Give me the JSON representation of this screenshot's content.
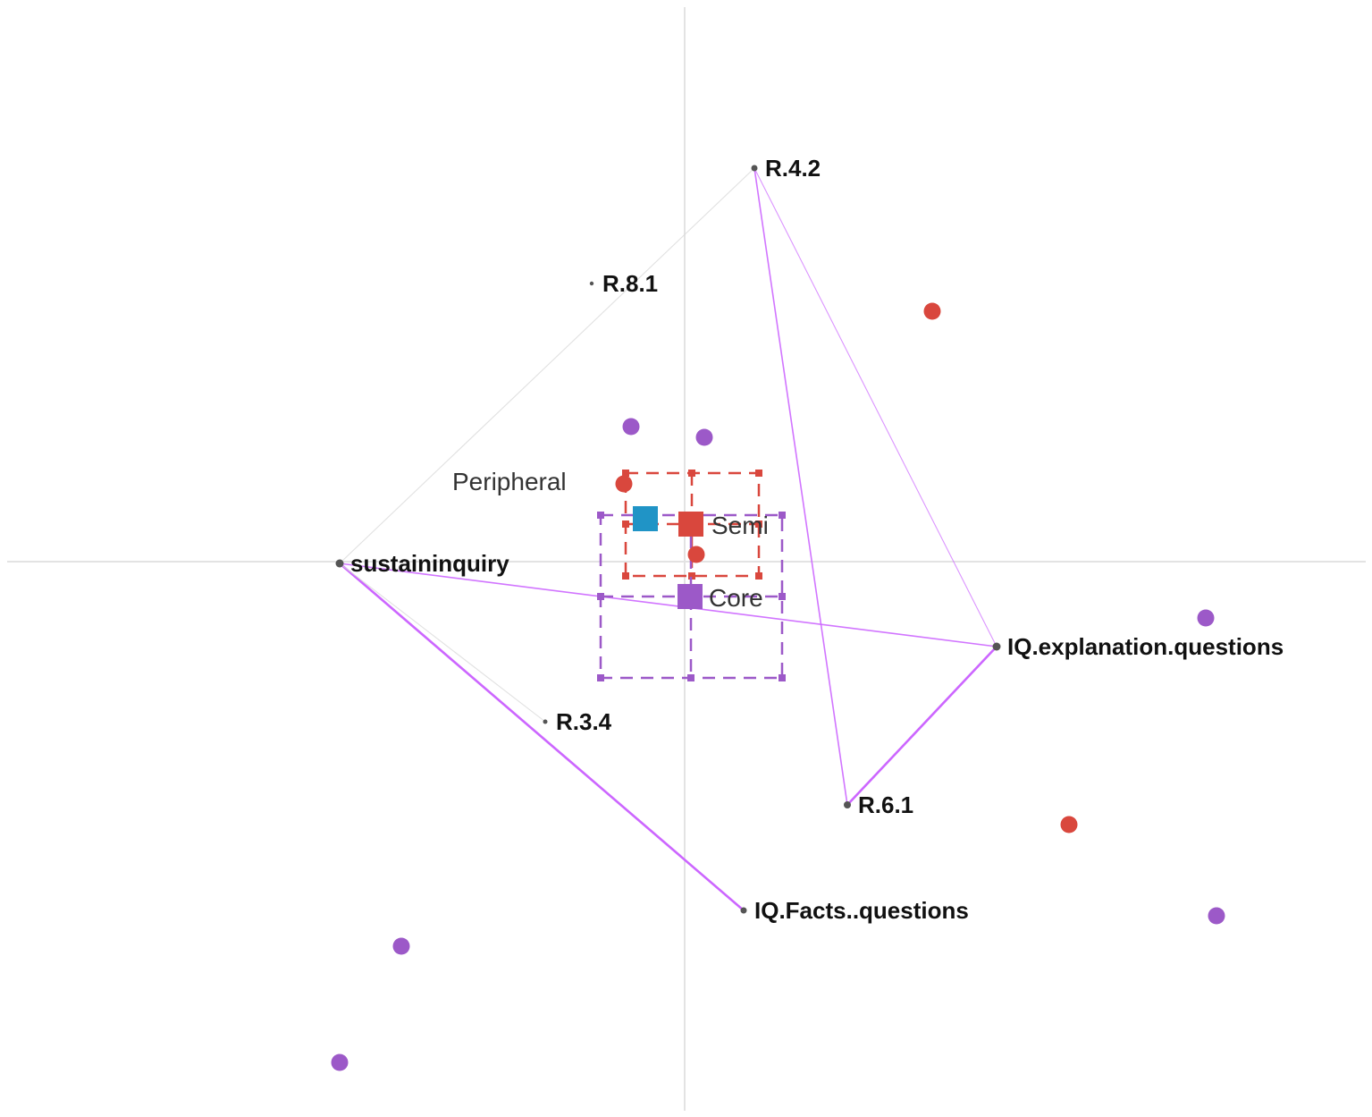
{
  "colors": {
    "axis": "#e3e3e3",
    "edge": "#cc66ff",
    "faint_edge": "#d9d9d9",
    "node": "#555555",
    "semi": "#d9473d",
    "core": "#9c59c8",
    "peripheral": "#2094c6"
  },
  "nodes": [
    {
      "id": "R.4.2",
      "label": "R.4.2"
    },
    {
      "id": "R.8.1",
      "label": "R.8.1"
    },
    {
      "id": "sustaininquiry",
      "label": "sustaininquiry"
    },
    {
      "id": "IQ.explanation.questions",
      "label": "IQ.explanation.questions"
    },
    {
      "id": "R.3.4",
      "label": "R.3.4"
    },
    {
      "id": "R.6.1",
      "label": "R.6.1"
    },
    {
      "id": "IQ.Facts..questions",
      "label": "IQ.Facts..questions"
    }
  ],
  "edges": [
    {
      "from": "sustaininquiry",
      "to": "IQ.Facts..questions",
      "weight": "strong"
    },
    {
      "from": "IQ.explanation.questions",
      "to": "R.6.1",
      "weight": "strong"
    },
    {
      "from": "R.4.2",
      "to": "R.6.1",
      "weight": "medium"
    },
    {
      "from": "R.4.2",
      "to": "IQ.explanation.questions",
      "weight": "weak"
    },
    {
      "from": "sustaininquiry",
      "to": "IQ.explanation.questions",
      "weight": "medium"
    },
    {
      "from": "sustaininquiry",
      "to": "R.4.2",
      "weight": "faint"
    },
    {
      "from": "sustaininquiry",
      "to": "R.3.4",
      "weight": "faint"
    }
  ],
  "groups": [
    {
      "id": "peripheral",
      "label": "Peripheral",
      "color": "#2094c6"
    },
    {
      "id": "semi",
      "label": "Semi",
      "color": "#d9473d"
    },
    {
      "id": "core",
      "label": "Core",
      "color": "#9c59c8"
    }
  ],
  "points": [
    {
      "group": "semi"
    },
    {
      "group": "semi"
    },
    {
      "group": "semi"
    },
    {
      "group": "semi"
    },
    {
      "group": "core"
    },
    {
      "group": "core"
    },
    {
      "group": "core"
    },
    {
      "group": "core"
    },
    {
      "group": "core"
    },
    {
      "group": "core"
    }
  ]
}
